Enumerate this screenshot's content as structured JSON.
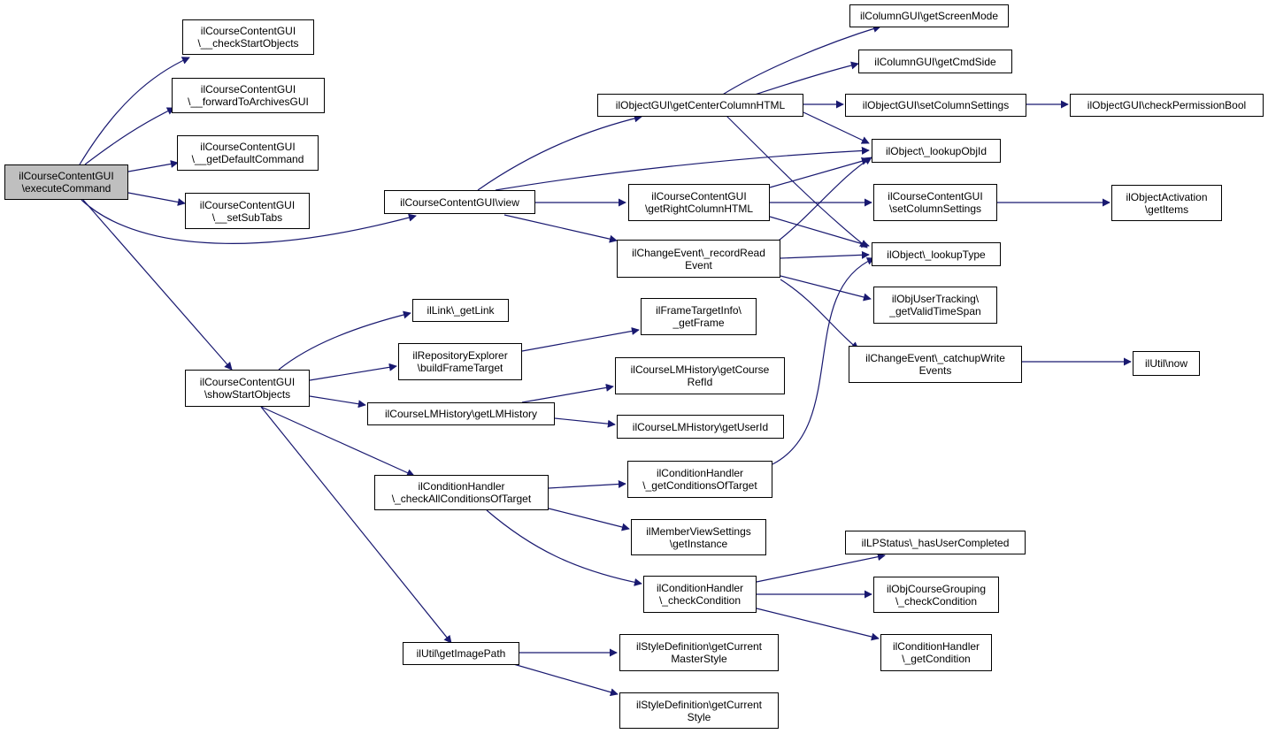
{
  "colors": {
    "edge": "#191970",
    "node_border": "#000000",
    "root_fill": "#bfbfbf",
    "node_fill": "#ffffff"
  },
  "nodes": {
    "root": [
      "ilCourseContentGUI",
      "\\executeCommand"
    ],
    "checkStartObjects": [
      "ilCourseContentGUI",
      "\\__checkStartObjects"
    ],
    "forwardToArchivesGUI": [
      "ilCourseContentGUI",
      "\\__forwardToArchivesGUI"
    ],
    "getDefaultCommand": [
      "ilCourseContentGUI",
      "\\__getDefaultCommand"
    ],
    "setSubTabs": [
      "ilCourseContentGUI",
      "\\__setSubTabs"
    ],
    "view": [
      "ilCourseContentGUI\\view"
    ],
    "showStartObjects": [
      "ilCourseContentGUI",
      "\\showStartObjects"
    ],
    "getCenterColumnHTML": [
      "ilObjectGUI\\getCenterColumnHTML"
    ],
    "getRightColumnHTML": [
      "ilCourseContentGUI",
      "\\getRightColumnHTML"
    ],
    "recordReadEvent": [
      "ilChangeEvent\\_recordRead",
      "Event"
    ],
    "getScreenMode": [
      "ilColumnGUI\\getScreenMode"
    ],
    "getCmdSide": [
      "ilColumnGUI\\getCmdSide"
    ],
    "objSetColumnSettings": [
      "ilObjectGUI\\setColumnSettings"
    ],
    "checkPermissionBool": [
      "ilObjectGUI\\checkPermissionBool"
    ],
    "lookupObjId": [
      "ilObject\\_lookupObjId"
    ],
    "ccSetColumnSettings": [
      "ilCourseContentGUI",
      "\\setColumnSettings"
    ],
    "activationGetItems": [
      "ilObjectActivation",
      "\\getItems"
    ],
    "lookupType": [
      "ilObject\\_lookupType"
    ],
    "getValidTimeSpan": [
      "ilObjUserTracking\\",
      "_getValidTimeSpan"
    ],
    "catchupWriteEvents": [
      "ilChangeEvent\\_catchupWrite",
      "Events"
    ],
    "utilNow": [
      "ilUtil\\now"
    ],
    "getLink": [
      "ilLink\\_getLink"
    ],
    "buildFrameTarget": [
      "ilRepositoryExplorer",
      "\\buildFrameTarget"
    ],
    "getFrame": [
      "ilFrameTargetInfo\\",
      "_getFrame"
    ],
    "getLMHistory": [
      "ilCourseLMHistory\\getLMHistory"
    ],
    "getCourseRefId": [
      "ilCourseLMHistory\\getCourse",
      "RefId"
    ],
    "getUserId": [
      "ilCourseLMHistory\\getUserId"
    ],
    "checkAllConditionsOfTarget": [
      "ilConditionHandler",
      "\\_checkAllConditionsOfTarget"
    ],
    "getConditionsOfTarget": [
      "ilConditionHandler",
      "\\_getConditionsOfTarget"
    ],
    "memberViewGetInstance": [
      "ilMemberViewSettings",
      "\\getInstance"
    ],
    "checkCondition": [
      "ilConditionHandler",
      "\\_checkCondition"
    ],
    "hasUserCompleted": [
      "ilLPStatus\\_hasUserCompleted"
    ],
    "courseGroupingCheckCondition": [
      "ilObjCourseGrouping",
      "\\_checkCondition"
    ],
    "getCondition": [
      "ilConditionHandler",
      "\\_getCondition"
    ],
    "getImagePath": [
      "ilUtil\\getImagePath"
    ],
    "getCurrentMasterStyle": [
      "ilStyleDefinition\\getCurrent",
      "MasterStyle"
    ],
    "getCurrentStyle": [
      "ilStyleDefinition\\getCurrent",
      "Style"
    ]
  }
}
